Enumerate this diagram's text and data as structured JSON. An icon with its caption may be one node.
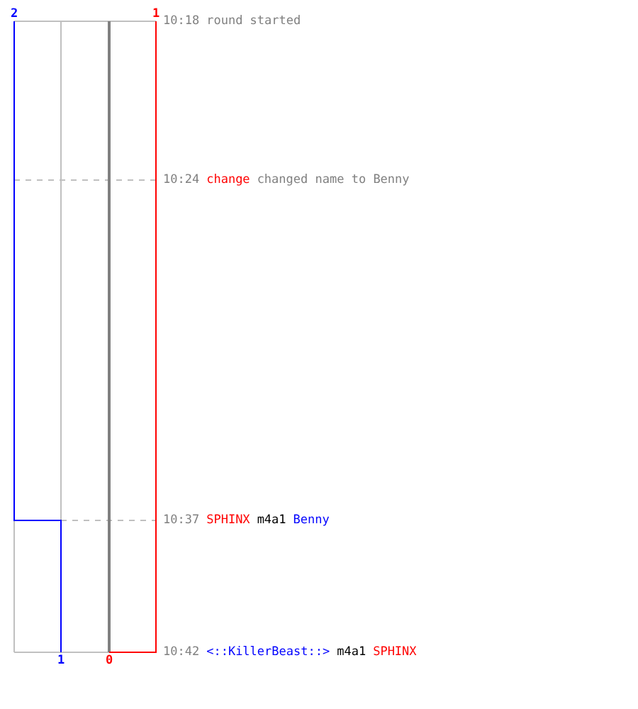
{
  "diagram": {
    "labels": [
      "2",
      "1",
      "10:18",
      "round started",
      "10:24",
      "change",
      "changed name to Benny",
      "10:37",
      "SPHINX",
      "m4a1",
      "Benny",
      "10:42",
      "<::KillerBeast::>",
      "m4a1",
      "SPHINX",
      "1",
      "0"
    ]
  }
}
